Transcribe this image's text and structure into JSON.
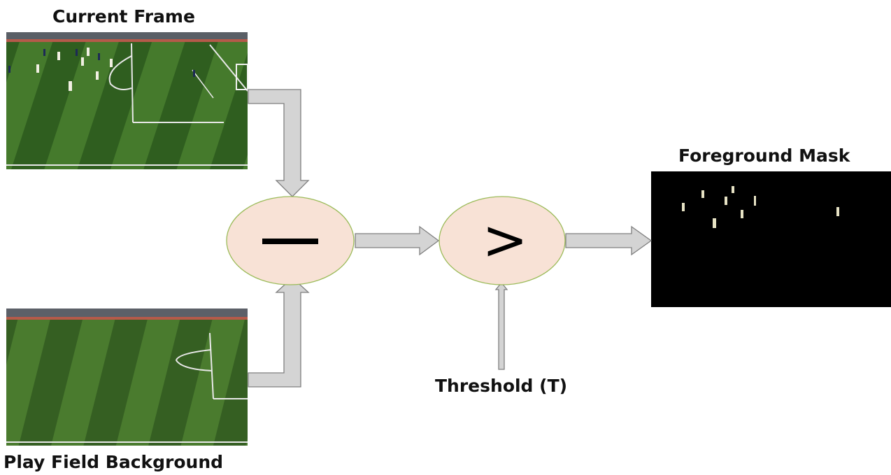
{
  "labels": {
    "current_frame": "Current Frame",
    "play_field_background": "Play Field Background",
    "foreground_mask": "Foreground Mask",
    "threshold": "Threshold (T)"
  },
  "operators": {
    "subtract": "—",
    "compare": ">"
  },
  "colors": {
    "operator_fill": "#f8e2d6",
    "operator_stroke": "#9bbb59",
    "arrow_fill": "#d4d4d4",
    "arrow_stroke": "#7f7f7f",
    "grass_dark": "#2f5e1f",
    "grass_light": "#457a2c",
    "mask_bg": "#000000",
    "blob": "#e6e2c4"
  }
}
